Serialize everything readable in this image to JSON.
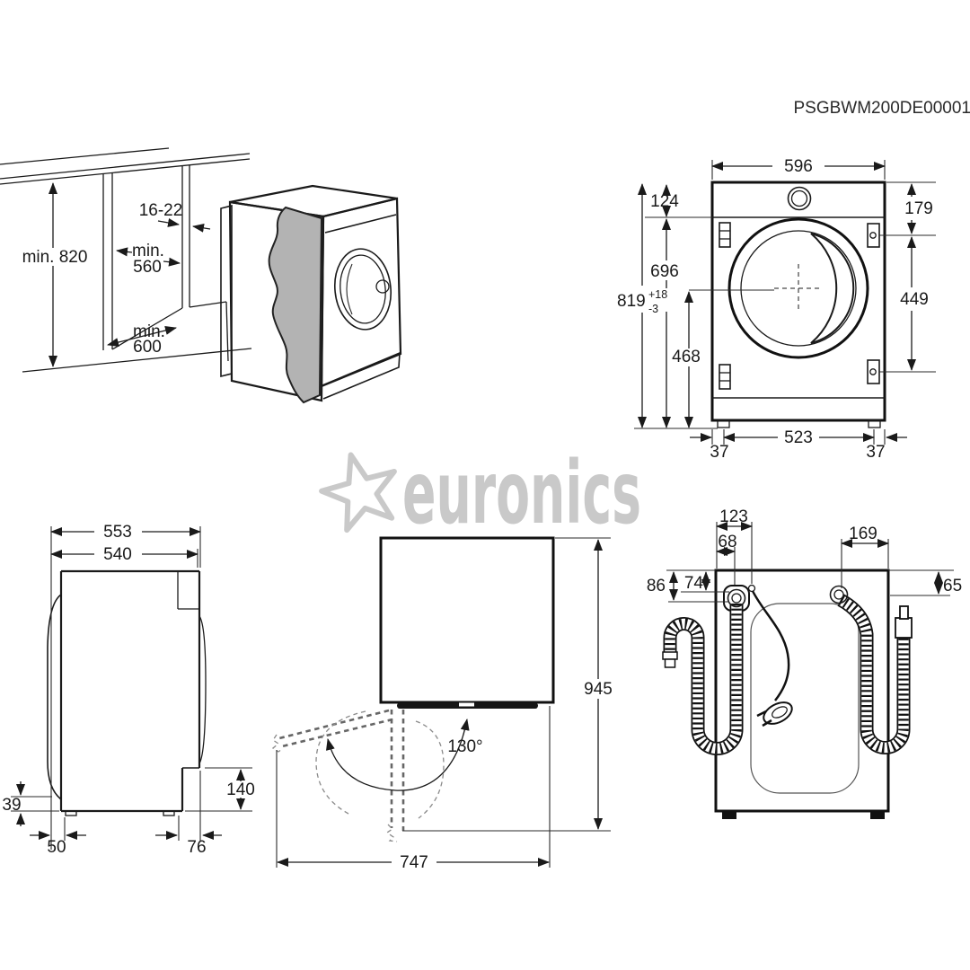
{
  "header": {
    "part_number": "PSGBWM200DE00001"
  },
  "watermark": {
    "brand": "euronics"
  },
  "niche": {
    "min_height": "min. 820",
    "panel_thickness": "16-22",
    "width_prefix": "min.",
    "width_value": "560",
    "depth_prefix": "min.",
    "depth_value": "600"
  },
  "front": {
    "width": "596",
    "top_panel": "124",
    "hinge_top": "179",
    "body_height": "696",
    "overall_height": "819",
    "tol_plus": "+18",
    "tol_minus": "-3",
    "hinge_span": "449",
    "drum_center": "468",
    "feet_span": "523",
    "foot_left": "37",
    "foot_right": "37"
  },
  "side": {
    "depth_total": "553",
    "depth_body": "540",
    "door_gap": "39",
    "rear_recess": "140",
    "front_foot": "50",
    "rear_foot": "76"
  },
  "door": {
    "height": "945",
    "angle": "130°",
    "swing_depth": "747"
  },
  "rear": {
    "cord_offset": "123",
    "drain_offset": "68",
    "inlet_offset": "169",
    "hose_top": "86",
    "holder_top": "74",
    "inlet_top": "65"
  }
}
